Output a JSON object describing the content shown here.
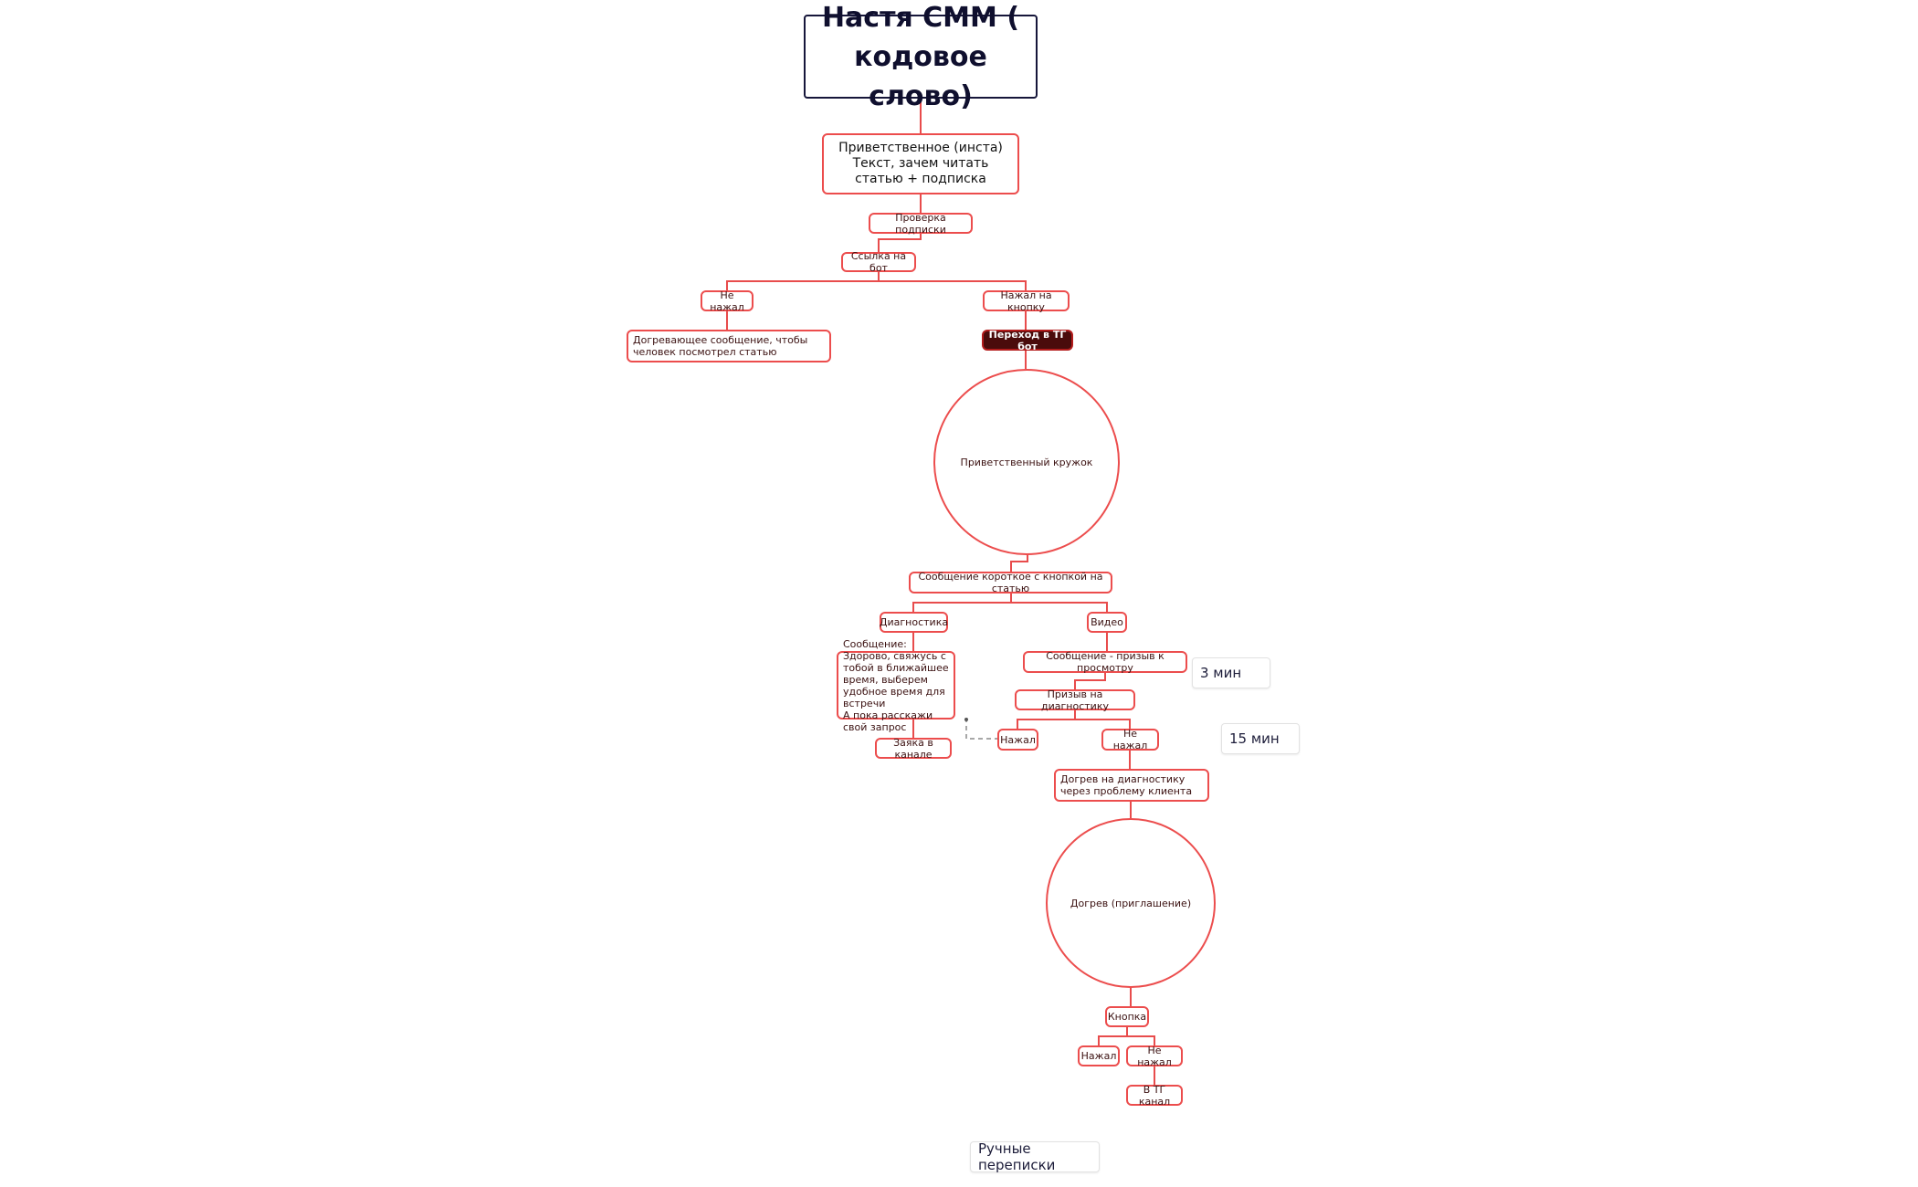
{
  "diagram": {
    "title": "Настя СММ ( кодовое слово)",
    "nodes": {
      "welcome_insta": "Приветственное (инста)\nТекст, зачем читать статью + подписка",
      "check_sub": "Проверка подписки",
      "bot_link": "Ссылка на бот",
      "not_pressed_1": "Не нажал",
      "warmup_msg": "Догревающее сообщение, чтобы человек посмотрел статью",
      "pressed_button": "Нажал на кнопку",
      "go_tg_bot": "Переход в  ТГ бот",
      "welcome_circle": "Приветственный кружок",
      "short_msg": "Сообщение короткое с кнопкой на статью",
      "diagnostics": "Диагностика",
      "video": "Видео",
      "hello_msg": "Сообщение: Здорово, свяжусь с тобой в ближайшее время, выберем удобное время для встречи\nА пока расскажи свой запрос",
      "channel_request": "Заяка в канале",
      "watch_call": "Сообщение - призыв к просмотру",
      "diag_call": "Призыв на диагностику",
      "pressed_2": "Нажал",
      "not_pressed_2": "Не нажал",
      "diag_warmup": "Догрев на диагностику через проблему клиента",
      "warmup_invite": "Догрев (приглашение)",
      "button": "Кнопка",
      "pressed_3": "Нажал",
      "not_pressed_3": "Не нажал",
      "tg_channel": "В ТГ канал"
    },
    "notes": {
      "three_min": "3 мин",
      "fifteen_min": "15 мин",
      "manual_chats": "Ручные переписки"
    },
    "colors": {
      "link": "#e84c4c",
      "node_border": "#ec4d4d",
      "root_border": "#16163a",
      "dark_node_fill": "#4a0b0b",
      "dashed_link": "#8a8a8a"
    }
  }
}
